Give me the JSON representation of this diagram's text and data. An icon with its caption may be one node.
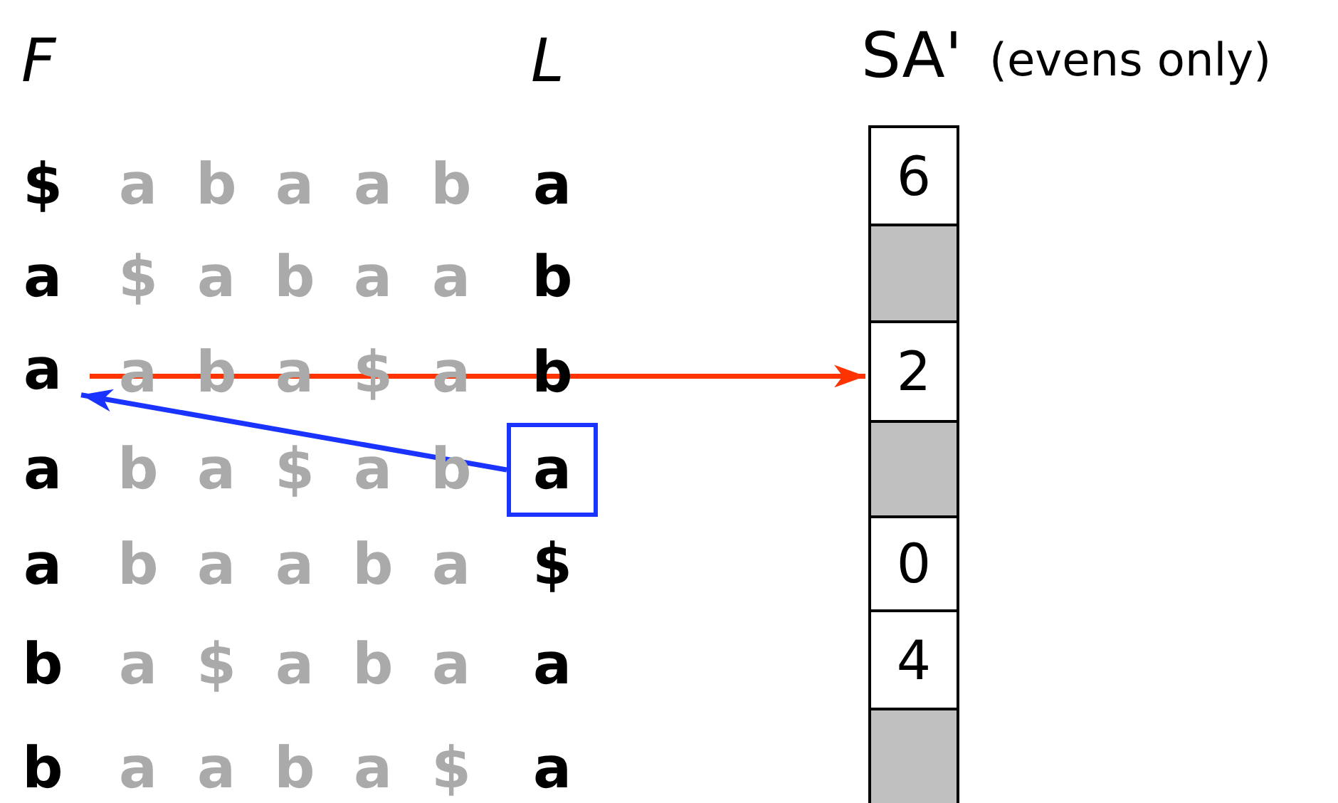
{
  "diagram": {
    "nodes": [
      {
        "text": [
          "a"
        ]
      },
      {
        "text": [
          "a"
        ]
      },
      {
        "text": [
          "6"
        ]
      },
      {
        "text": [],
        "shape": "box"
      },
      {
        "text": [
          "2"
        ]
      },
      {
        "text": [],
        "shape": "box"
      },
      {
        "text": [
          "0"
        ]
      },
      {
        "text": [
          "4"
        ]
      },
      {
        "text": [],
        "shape": "box"
      }
    ],
    "edges": [
      {
        "from": 0,
        "to": 4,
        "arrow": "to",
        "color": "#ff3300"
      },
      {
        "from": 1,
        "to": 0,
        "arrow": "to",
        "color": "#1a33ff"
      }
    ],
    "labels": [
      "F",
      "L",
      "SA'",
      "(evens only)",
      "$",
      "a",
      "b",
      "a",
      "a",
      "b",
      "a",
      "a",
      "$",
      "a",
      "b",
      "a",
      "a",
      "b",
      "a",
      "b",
      "a",
      "$",
      "a",
      "b",
      "a",
      "b",
      "a",
      "$",
      "a",
      "b",
      "a",
      "b",
      "a",
      "a",
      "b",
      "a",
      "$",
      "b",
      "a",
      "$",
      "a",
      "b",
      "a",
      "a",
      "b",
      "a",
      "a",
      "b",
      "a",
      "$",
      "a"
    ]
  }
}
